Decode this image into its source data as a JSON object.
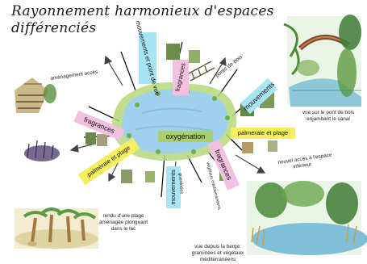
{
  "title_line1": "Rayonnement harmonieux d'espaces",
  "title_line2": "différenciés",
  "center_label": "oxygénation",
  "tags": {
    "mouv_pdv": "mouvements et point de vue",
    "fragrances_top": "fragrances",
    "mouv_right": "mouvements",
    "palmeraie_right": "palmeraie et plage",
    "fragrances_left": "fragrances",
    "palmeraie_left": "palmeraie et plage",
    "mouv_bottom": "mouvements",
    "fragrances_br": "fragrances"
  },
  "small_labels": {
    "ponts_de_bois": "ponts de bois",
    "graminees": "graminées",
    "vegetaux_med": "végétaux méditerranéens"
  },
  "notes": {
    "amenagement": "aménagement accès",
    "vue_pont_1": "vue sur le pont de bois",
    "vue_pont_2": "enjambant le canal",
    "nouvel_acces_1": "nouvel accès à l'espace",
    "nouvel_acces_2": "inférieur",
    "rendu_1": "rendu d'une plage",
    "rendu_2": "aménagée plongeant",
    "rendu_3": "dans le lac",
    "berge_1": "vue depuis la berge:",
    "berge_2": "graminées et végétaux",
    "berge_3": "méditerranéens"
  },
  "colors": {
    "water": "#9fd0ec",
    "cyan_tag": "#a8e4f4",
    "pink_tag": "#f2c0e0",
    "yellow_tag": "#f6f060",
    "grass": "#a8cf6a",
    "ray_line": "#111111"
  }
}
